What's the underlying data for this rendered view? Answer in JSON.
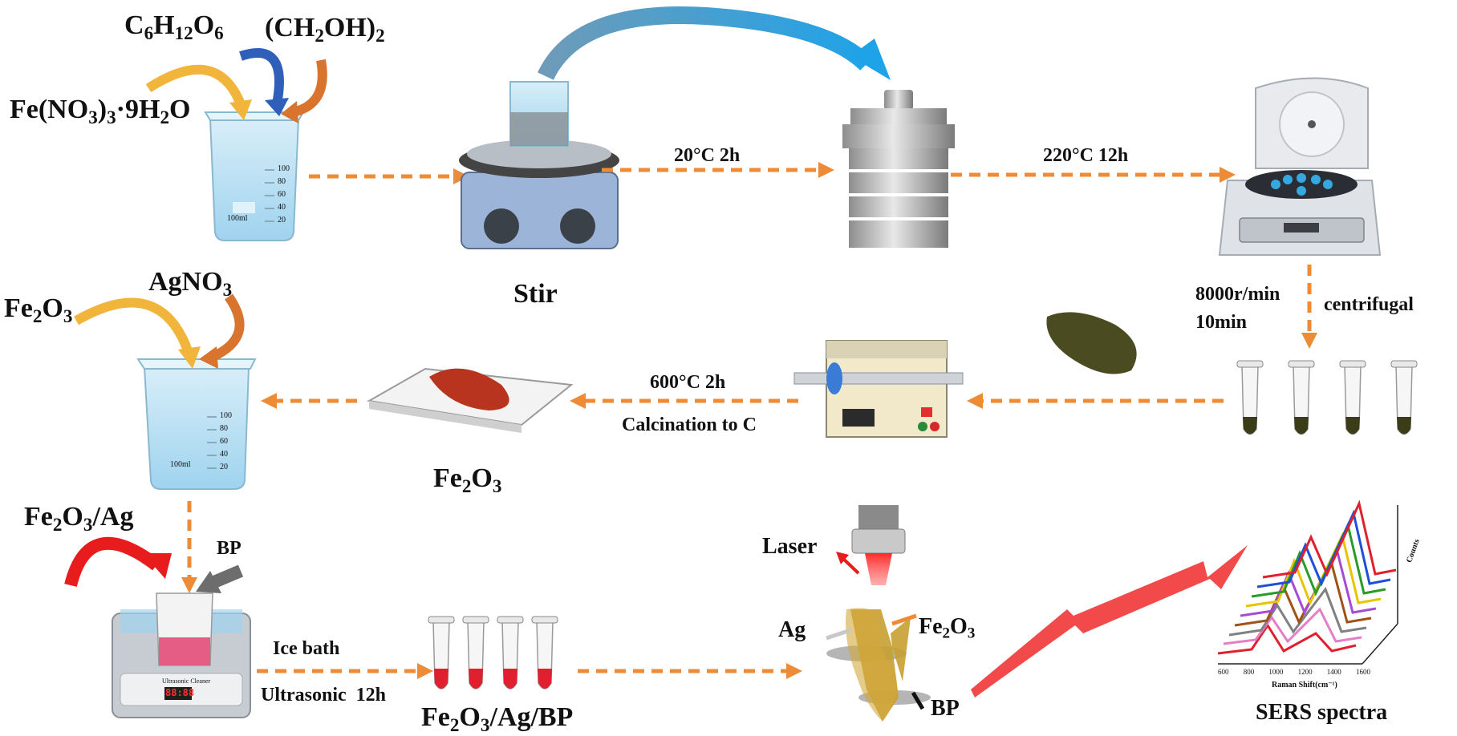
{
  "reagents_top": {
    "glucose": {
      "main": "C",
      "sub1": "6",
      "mid1": "H",
      "sub2": "12",
      "mid2": "O",
      "sub3": "6"
    },
    "glycol": {
      "pre": "(CH",
      "sub1": "2",
      "post": "OH)",
      "sub2": "2"
    },
    "iron_nitrate": {
      "pre": "Fe(NO",
      "sub1": "3",
      "mid": ")",
      "sub2": "3",
      "post": "·9H",
      "sub3": "2",
      "end": "O"
    }
  },
  "beaker_marks": [
    "100",
    "80",
    "60",
    "40",
    "20"
  ],
  "beaker_volume": "100ml",
  "stir_label": "Stir",
  "step1_label": "20°C 2h",
  "step2_label": "220°C 12h",
  "centrifuge": {
    "speed": "8000r/min",
    "time": "10min",
    "label": "centrifugal"
  },
  "calcination": {
    "temp": "600°C 2h",
    "label": "Calcination to C"
  },
  "fe2o3_product": {
    "pre": "Fe",
    "sub1": "2",
    "mid": "O",
    "sub2": "3"
  },
  "reagents_mid": {
    "fe2o3": {
      "pre": "Fe",
      "sub1": "2",
      "mid": "O",
      "sub2": "3"
    },
    "agno3": {
      "pre": "AgNO",
      "sub1": "3"
    }
  },
  "fe2o3_ag": {
    "pre": "Fe",
    "sub1": "2",
    "mid": "O",
    "sub2": "3",
    "post": "/Ag"
  },
  "bp_label": "BP",
  "ultrasonic": {
    "ice": "Ice bath",
    "ultra": "Ultrasonic  12h",
    "display": "88:88",
    "brand": "Ultrasonic Cleaner"
  },
  "product_final": {
    "pre": "Fe",
    "sub1": "2",
    "mid": "O",
    "sub2": "3",
    "post": "/Ag/BP"
  },
  "laser_scene": {
    "laser": "Laser",
    "ag": "Ag",
    "fe": "Fe",
    "fe_sub1": "2",
    "fe_mid": "O",
    "fe_sub2": "3",
    "bp": "BP"
  },
  "sers": {
    "title": "SERS spectra",
    "xlabel": "Raman Shift(cm⁻¹)",
    "zlabel": "Counts",
    "ticks": [
      "600",
      "800",
      "1000",
      "1200",
      "1400",
      "1600"
    ]
  },
  "colors": {
    "arrow_orange": "#ee8b37",
    "arrow_blue": "#3a8ad6",
    "arrow_yellow": "#f0b53a",
    "arrow_red": "#e81c1c",
    "bolt_red": "#f24a4a",
    "powder_red": "#b8341e",
    "powder_dark": "#4a4b20",
    "gold": "#c8a032"
  }
}
